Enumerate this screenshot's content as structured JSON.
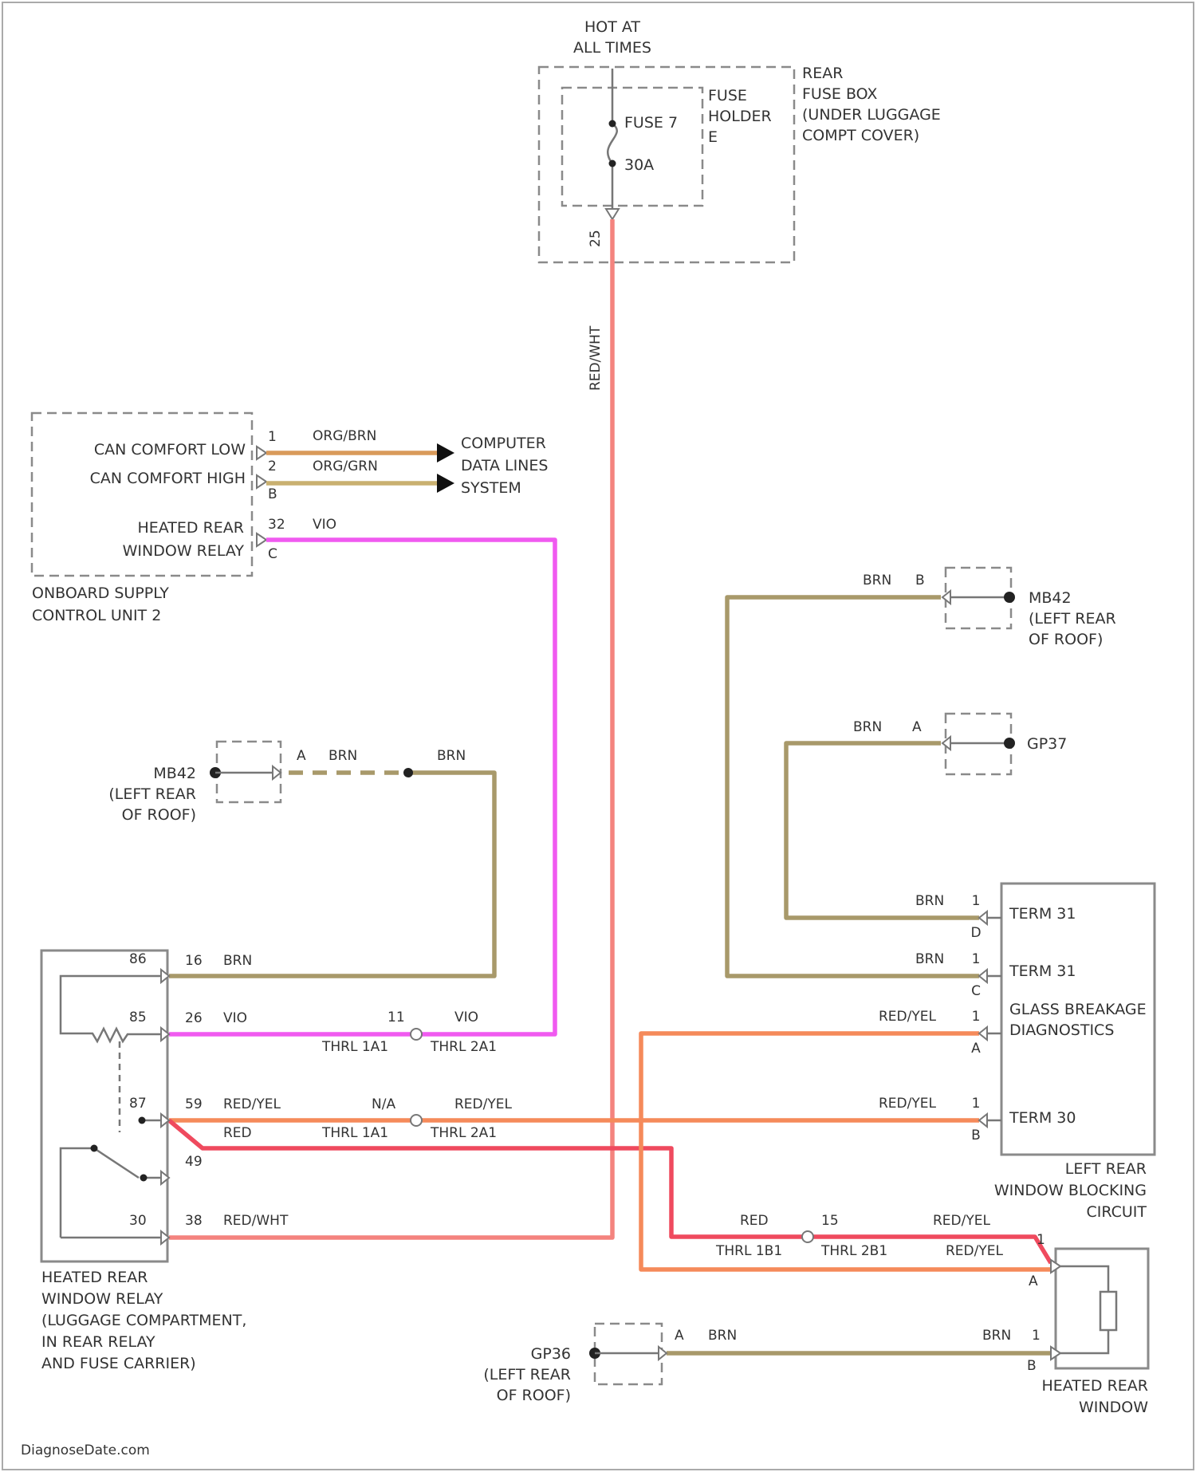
{
  "wire_colors": {
    "BRN": "#a8996a",
    "VIO": "#f05af0",
    "RED": "#ef4a5e",
    "RED_WHT": "#f4837e",
    "RED_YEL": "#f58a5a",
    "ORG_BRN": "#d99a5a",
    "ORG_GRN": "#c9b070"
  },
  "fuse_box": {
    "hot_line1": "HOT AT",
    "hot_line2": "ALL TIMES",
    "name_line1": "REAR",
    "name_line2": "FUSE BOX",
    "name_line3": "(UNDER LUGGAGE",
    "name_line4": "COMPT COVER)",
    "holder_line1": "FUSE",
    "holder_line2": "HOLDER",
    "holder_line3": "E",
    "fuse_label": "FUSE 7",
    "fuse_rating": "30A",
    "pin_label": "25",
    "wire_label": "RED/WHT"
  },
  "supply_unit": {
    "pin_can_low": "CAN COMFORT LOW",
    "pin_can_high": "CAN COMFORT HIGH",
    "pin_relay_1": "HEATED REAR",
    "pin_relay_2": "WINDOW RELAY",
    "name_line1": "ONBOARD SUPPLY",
    "name_line2": "CONTROL UNIT 2",
    "pin1": "1",
    "pin2": "2",
    "conn_b": "B",
    "pin32": "32",
    "conn_c": "C",
    "wire1_label": "ORG/BRN",
    "wire2_label": "ORG/GRN",
    "wire3_label": "VIO"
  },
  "data_lines": {
    "line1": "COMPUTER",
    "line2": "DATA LINES",
    "line3": "SYSTEM"
  },
  "ground_mb42_left": {
    "name_line1": "MB42",
    "name_line2": "(LEFT REAR",
    "name_line3": "OF ROOF)",
    "conn": "A",
    "wire_label_1": "BRN",
    "wire_label_2": "BRN"
  },
  "ground_mb42_right": {
    "name_line1": "MB42",
    "name_line2": "(LEFT REAR",
    "name_line3": "OF ROOF)",
    "conn": "B",
    "wire_label": "BRN"
  },
  "ground_gp37": {
    "name": "GP37",
    "conn": "A",
    "wire_label": "BRN"
  },
  "ground_gp36": {
    "name_line1": "GP36",
    "name_line2": "(LEFT REAR",
    "name_line3": "OF ROOF)",
    "conn": "A",
    "wire_label": "BRN"
  },
  "relay": {
    "name_line1": "HEATED REAR",
    "name_line2": "WINDOW RELAY",
    "name_line3": "(LUGGAGE COMPARTMENT,",
    "name_line4": "IN REAR RELAY",
    "name_line5": "AND FUSE CARRIER)",
    "term86": "86",
    "term85": "85",
    "term87": "87",
    "term30": "30",
    "pin16": "16",
    "pin26": "26",
    "pin59": "59",
    "pin49": "49",
    "pin38": "38",
    "w16_label": "BRN",
    "w26_label": "VIO",
    "w59_label": "RED/YEL",
    "w49_label": "RED",
    "w38_label": "RED/WHT"
  },
  "inline": {
    "c11_pin": "11",
    "c11_left": "THRL 1A1",
    "c11_right": "THRL 2A1",
    "c11_wire": "VIO",
    "na_pin": "N/A",
    "na_left": "THRL 1A1",
    "na_right": "THRL 2A1",
    "na_wire": "RED/YEL",
    "c15_pin": "15",
    "c15_left": "THRL 1B1",
    "c15_right": "THRL 2B1",
    "c15_wire_left": "RED",
    "c15_wire_right": "RED/YEL",
    "c15_wire_lower": "RED/YEL"
  },
  "blocking": {
    "term31": "TERM 31",
    "term31b": "TERM 31",
    "glass_1": "GLASS BREAKAGE",
    "glass_2": "DIAGNOSTICS",
    "term30": "TERM 30",
    "name_line1": "LEFT REAR",
    "name_line2": "WINDOW BLOCKING",
    "name_line3": "CIRCUIT",
    "p1": "1",
    "p2": "1",
    "p3": "1",
    "p4": "1",
    "c_d": "D",
    "c_c": "C",
    "c_a": "A",
    "c_b": "B",
    "w_t31_label": "BRN",
    "w_t31b_label": "BRN",
    "w_glass_label": "RED/YEL",
    "w_t30_label": "RED/YEL"
  },
  "window": {
    "name_line1": "HEATED REAR",
    "name_line2": "WINDOW",
    "pin1": "1",
    "conn_a": "A",
    "pin2": "1",
    "conn_b": "B",
    "w_label": "BRN"
  },
  "footer": {
    "credit": "DiagnoseDate.com"
  }
}
